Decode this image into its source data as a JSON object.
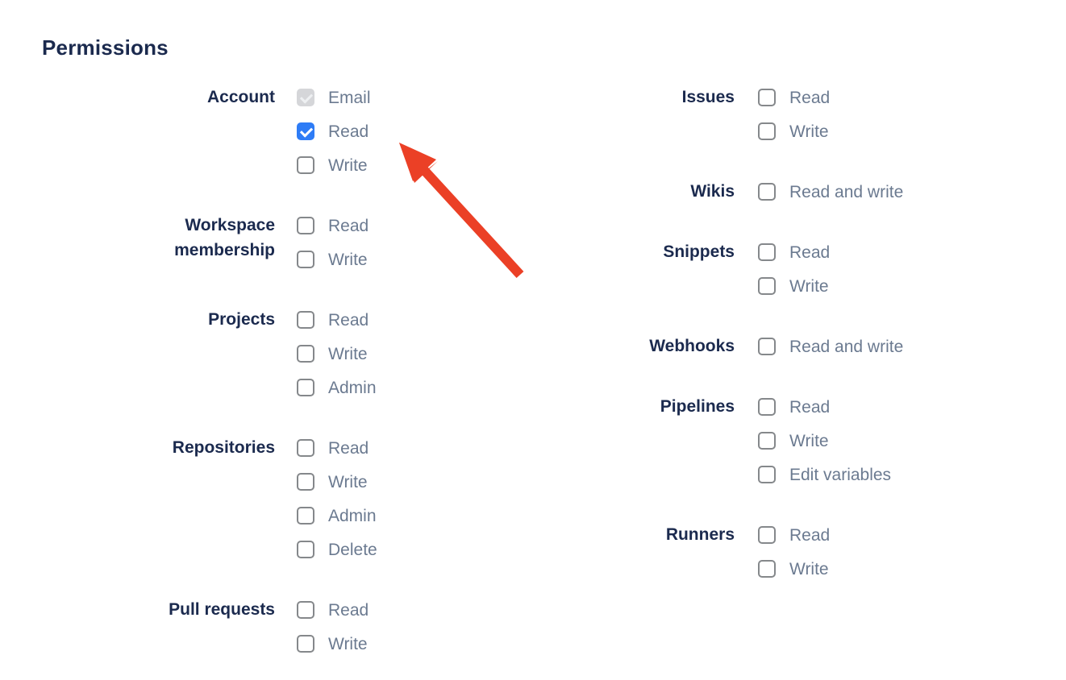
{
  "page": {
    "title": "Permissions"
  },
  "colors": {
    "heading": "#1b2a4e",
    "option_label": "#6b7a90",
    "checkbox_checked": "#2e7cf6",
    "checkbox_disabled_bg": "#d5d6d9",
    "checkbox_border": "#85888b",
    "arrow": "#eb4026"
  },
  "columns": [
    {
      "side": "left",
      "groups": [
        {
          "label": "Account",
          "options": [
            {
              "label": "Email",
              "state": "checked-disabled"
            },
            {
              "label": "Read",
              "state": "checked"
            },
            {
              "label": "Write",
              "state": "unchecked"
            }
          ]
        },
        {
          "label": "Workspace membership",
          "options": [
            {
              "label": "Read",
              "state": "unchecked"
            },
            {
              "label": "Write",
              "state": "unchecked"
            }
          ]
        },
        {
          "label": "Projects",
          "options": [
            {
              "label": "Read",
              "state": "unchecked"
            },
            {
              "label": "Write",
              "state": "unchecked"
            },
            {
              "label": "Admin",
              "state": "unchecked"
            }
          ]
        },
        {
          "label": "Repositories",
          "options": [
            {
              "label": "Read",
              "state": "unchecked"
            },
            {
              "label": "Write",
              "state": "unchecked"
            },
            {
              "label": "Admin",
              "state": "unchecked"
            },
            {
              "label": "Delete",
              "state": "unchecked"
            }
          ]
        },
        {
          "label": "Pull requests",
          "options": [
            {
              "label": "Read",
              "state": "unchecked"
            },
            {
              "label": "Write",
              "state": "unchecked"
            }
          ]
        }
      ]
    },
    {
      "side": "right",
      "groups": [
        {
          "label": "Issues",
          "options": [
            {
              "label": "Read",
              "state": "unchecked"
            },
            {
              "label": "Write",
              "state": "unchecked"
            }
          ]
        },
        {
          "label": "Wikis",
          "options": [
            {
              "label": "Read and write",
              "state": "unchecked"
            }
          ]
        },
        {
          "label": "Snippets",
          "options": [
            {
              "label": "Read",
              "state": "unchecked"
            },
            {
              "label": "Write",
              "state": "unchecked"
            }
          ]
        },
        {
          "label": "Webhooks",
          "options": [
            {
              "label": "Read and write",
              "state": "unchecked"
            }
          ]
        },
        {
          "label": "Pipelines",
          "options": [
            {
              "label": "Read",
              "state": "unchecked"
            },
            {
              "label": "Write",
              "state": "unchecked"
            },
            {
              "label": "Edit variables",
              "state": "unchecked"
            }
          ]
        },
        {
          "label": "Runners",
          "options": [
            {
              "label": "Read",
              "state": "unchecked"
            },
            {
              "label": "Write",
              "state": "unchecked"
            }
          ]
        }
      ]
    }
  ],
  "annotation": {
    "type": "arrow",
    "description": "red arrow pointing at the checked Account Read checkbox",
    "color": "#eb4026"
  }
}
